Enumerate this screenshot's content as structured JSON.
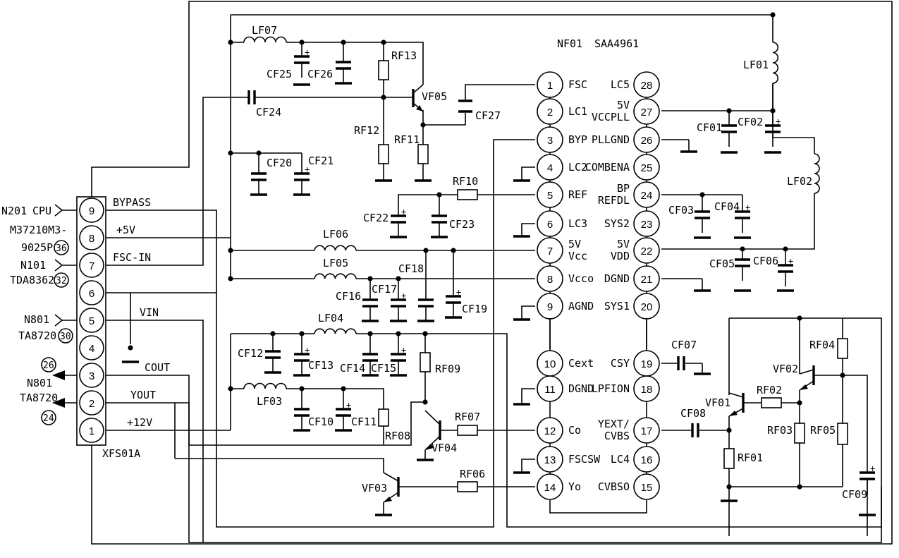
{
  "ic": {
    "ref": "NF01",
    "part": "SAA4961"
  },
  "connector": {
    "ref": "XFS01A"
  },
  "ic_pins": [
    {
      "n": "1",
      "name": "FSC"
    },
    {
      "n": "2",
      "name": "LC1"
    },
    {
      "n": "3",
      "name": "BYP"
    },
    {
      "n": "4",
      "name": "LC2"
    },
    {
      "n": "5",
      "name": "REF"
    },
    {
      "n": "6",
      "name": "LC3"
    },
    {
      "n": "7",
      "name": "5V",
      "name2": "Vcc"
    },
    {
      "n": "8",
      "name": "Vcco"
    },
    {
      "n": "9",
      "name": "AGND"
    },
    {
      "n": "10",
      "name": "Cext"
    },
    {
      "n": "11",
      "name": "DGND"
    },
    {
      "n": "12",
      "name": "Co"
    },
    {
      "n": "13",
      "name": "FSCSW"
    },
    {
      "n": "14",
      "name": "Yo"
    },
    {
      "n": "15",
      "name": "CVBSO"
    },
    {
      "n": "16",
      "name": "LC4"
    },
    {
      "n": "17",
      "name": "YEXT/",
      "name2": "CVBS"
    },
    {
      "n": "18",
      "name": "LPFION"
    },
    {
      "n": "19",
      "name": "CSY"
    },
    {
      "n": "20",
      "name": "SYS1"
    },
    {
      "n": "21",
      "name": "DGND"
    },
    {
      "n": "22",
      "name": "5V",
      "name2": "VDD"
    },
    {
      "n": "23",
      "name": "SYS2"
    },
    {
      "n": "24",
      "name": "BP",
      "name2": "REFDL"
    },
    {
      "n": "25",
      "name": "COMBENA"
    },
    {
      "n": "26",
      "name": "PLLGND"
    },
    {
      "n": "27",
      "name": "5V",
      "name2": "VCCPLL"
    },
    {
      "n": "28",
      "name": "LC5"
    }
  ],
  "connector_pins": [
    {
      "n": "9",
      "signal": "BYPASS"
    },
    {
      "n": "8",
      "signal": "+5V"
    },
    {
      "n": "7",
      "signal": "FSC-IN"
    },
    {
      "n": "6",
      "signal": ""
    },
    {
      "n": "5",
      "signal": "VIN"
    },
    {
      "n": "4",
      "signal": ""
    },
    {
      "n": "3",
      "signal": "COUT"
    },
    {
      "n": "2",
      "signal": "YOUT"
    },
    {
      "n": "1",
      "signal": "+12V"
    }
  ],
  "external": {
    "n201": "N201",
    "cpu": "CPU",
    "m37210": "M37210M3-",
    "p9025": "9025P",
    "c36": "36",
    "n101": "N101",
    "tda8362": "TDA8362",
    "c32": "32",
    "n801a": "N801",
    "ta8720a": "TA8720",
    "c30": "30",
    "c26": "26",
    "n801b": "N801",
    "ta8720b": "TA8720",
    "c24": "24"
  },
  "components": {
    "LF07": "LF07",
    "LF06": "LF06",
    "LF05": "LF05",
    "LF04": "LF04",
    "LF03": "LF03",
    "LF01": "LF01",
    "LF02": "LF02",
    "CF25": "CF25",
    "CF26": "CF26",
    "CF24": "CF24",
    "CF20": "CF20",
    "CF21": "CF21",
    "CF22": "CF22",
    "CF23": "CF23",
    "CF27": "CF27",
    "CF16": "CF16",
    "CF17": "CF17",
    "CF18": "CF18",
    "CF19": "CF19",
    "CF12": "CF12",
    "CF13": "CF13",
    "CF14": "CF14",
    "CF15": "CF15",
    "CF10": "CF10",
    "CF11": "CF11",
    "CF01": "CF01",
    "CF02": "CF02",
    "CF03": "CF03",
    "CF04": "CF04",
    "CF05": "CF05",
    "CF06": "CF06",
    "CF07": "CF07",
    "CF08": "CF08",
    "CF09": "CF09",
    "RF13": "RF13",
    "RF12": "RF12",
    "RF11": "RF11",
    "RF10": "RF10",
    "RF09": "RF09",
    "RF08": "RF08",
    "RF07": "RF07",
    "RF06": "RF06",
    "RF04": "RF04",
    "RF03": "RF03",
    "RF02": "RF02",
    "RF05": "RF05",
    "RF01": "RF01",
    "VF05": "VF05",
    "VF04": "VF04",
    "VF03": "VF03",
    "VF02": "VF02",
    "VF01": "VF01"
  }
}
